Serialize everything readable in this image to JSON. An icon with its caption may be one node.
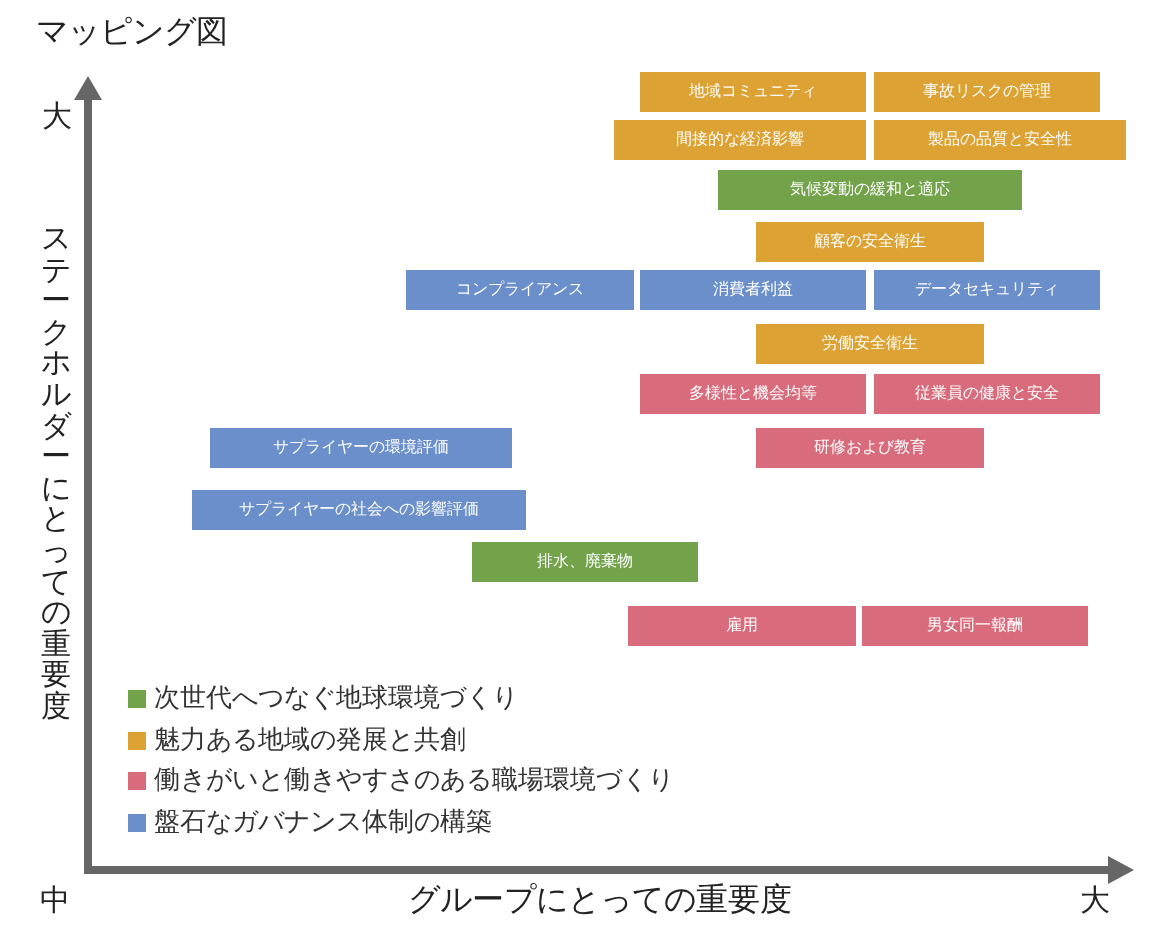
{
  "diagram": {
    "title": "マッピング図",
    "nodes": [
      {
        "text": [
          "地域コミュニティ"
        ]
      },
      {
        "text": [
          "事故リスクの管理"
        ]
      },
      {
        "text": [
          "間接的な経済影響"
        ]
      },
      {
        "text": [
          "製品の品質と安全性"
        ]
      },
      {
        "text": [
          "気候変動の緩和と適応"
        ]
      },
      {
        "text": [
          "顧客の安全衛生"
        ]
      },
      {
        "text": [
          "コンプライアンス"
        ]
      },
      {
        "text": [
          "消費者利益"
        ]
      },
      {
        "text": [
          "データセキュリティ"
        ]
      },
      {
        "text": [
          "労働安全衛生"
        ]
      },
      {
        "text": [
          "多様性と機会均等"
        ]
      },
      {
        "text": [
          "従業員の健康と安全"
        ]
      },
      {
        "text": [
          "サプライヤーの環境評価"
        ]
      },
      {
        "text": [
          "研修および教育"
        ]
      },
      {
        "text": [
          "サプライヤーの社会への影響評価"
        ]
      },
      {
        "text": [
          "排水、廃棄物"
        ]
      },
      {
        "text": [
          "雇用"
        ]
      },
      {
        "text": [
          "男女同一報酬"
        ]
      }
    ],
    "labels": [
      "大",
      "ステークホルダーにとっての重要度",
      "中",
      "グループにとっての重要度",
      "大"
    ],
    "legend": [
      {
        "text": "次世代へつなぐ地球環境づくり",
        "color": "#72a34b"
      },
      {
        "text": "魅力ある地域の発展と共創",
        "color": "#dca233"
      },
      {
        "text": "働きがいと働きやすさのある職場環境づくり",
        "color": "#d86b7c"
      },
      {
        "text": "盤石なガバナンス体制の構築",
        "color": "#6b8fca"
      }
    ]
  }
}
